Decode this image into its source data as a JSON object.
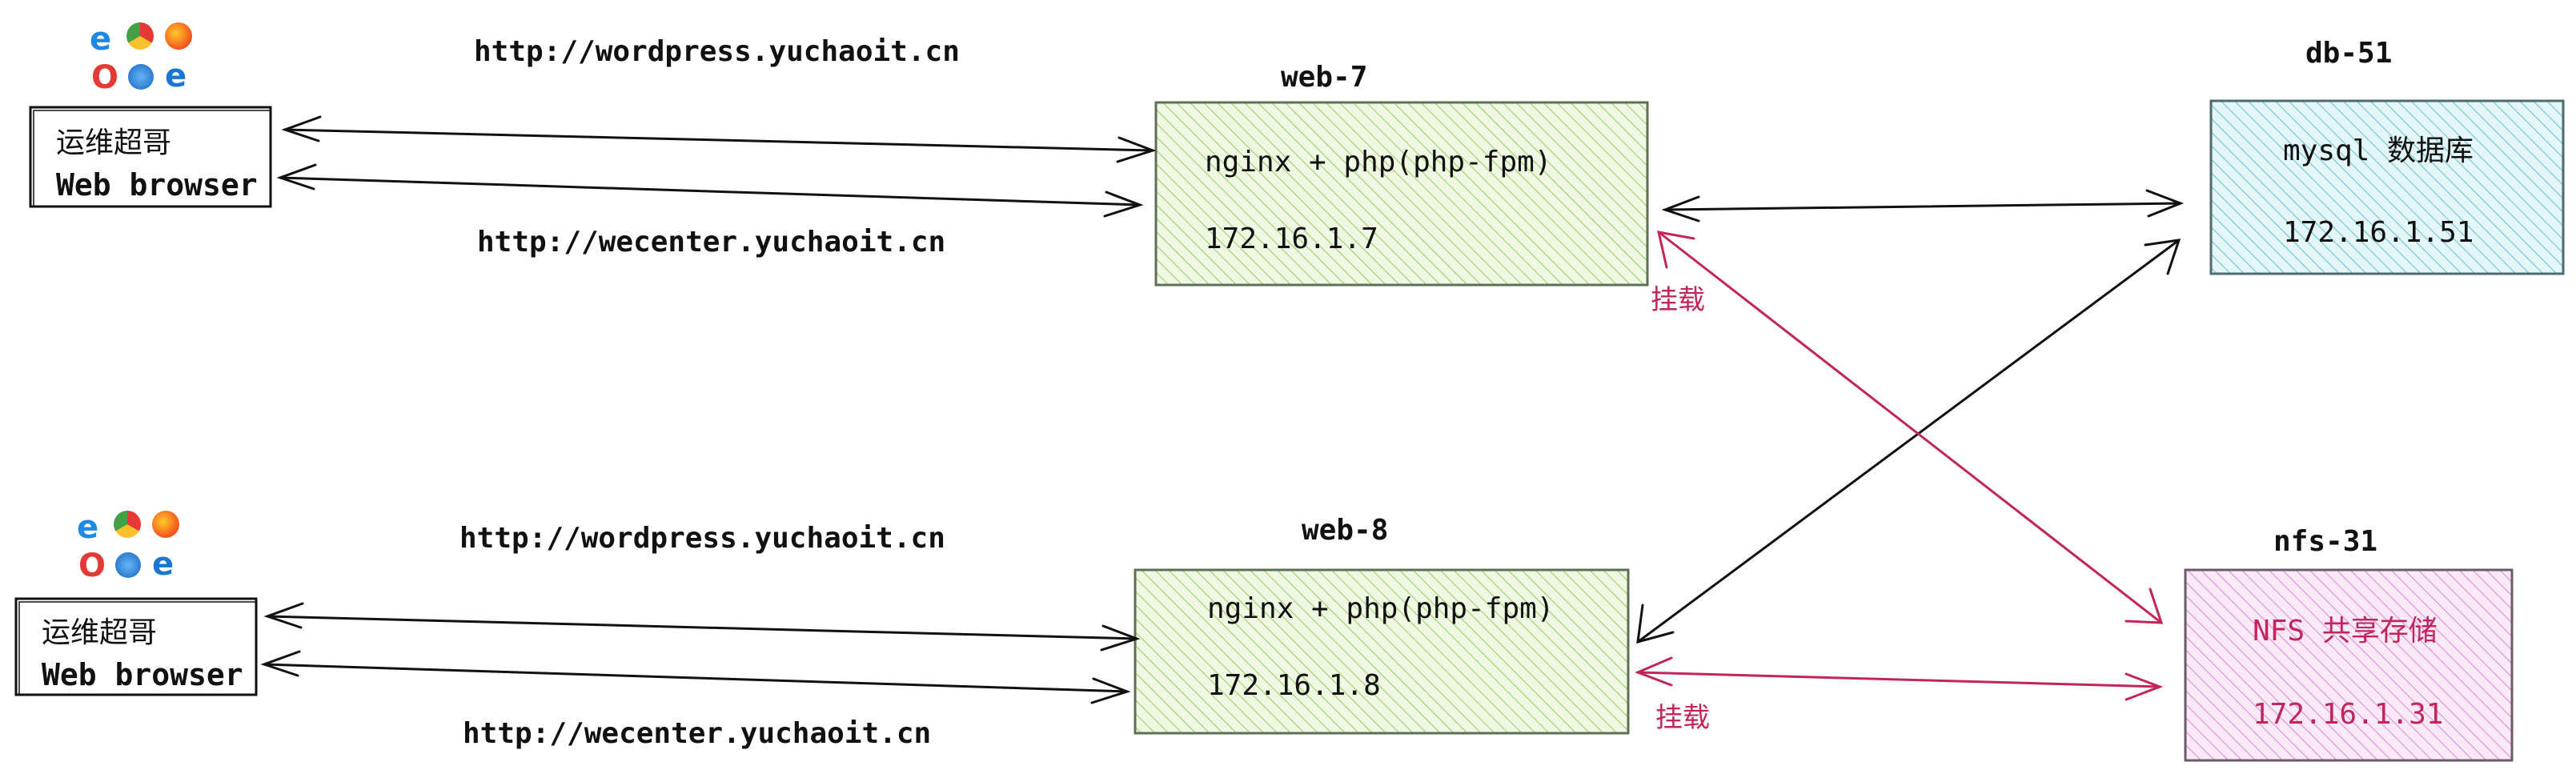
{
  "clients": [
    {
      "line1": "运维超哥",
      "line2": "Web browser"
    },
    {
      "line1": "运维超哥",
      "line2": "Web browser"
    }
  ],
  "urls": {
    "top_wordpress": "http://wordpress.yuchaoit.cn",
    "top_wecenter": "http://wecenter.yuchaoit.cn",
    "bottom_wordpress": "http://wordpress.yuchaoit.cn",
    "bottom_wecenter": "http://wecenter.yuchaoit.cn"
  },
  "servers": {
    "web7": {
      "name": "web-7",
      "service": "nginx + php(php-fpm)",
      "ip": "172.16.1.7"
    },
    "web8": {
      "name": "web-8",
      "service": "nginx + php(php-fpm)",
      "ip": "172.16.1.8"
    },
    "db51": {
      "name": "db-51",
      "service": "mysql 数据库",
      "ip": "172.16.1.51"
    },
    "nfs31": {
      "name": "nfs-31",
      "service": "NFS 共享存储",
      "ip": "172.16.1.31"
    }
  },
  "mount_labels": {
    "web7": "挂载",
    "web8": "挂载"
  },
  "colors": {
    "web_fill": "#d8f0b8",
    "db_fill": "#bfe8ee",
    "nfs_fill": "#f0c6ec",
    "nfs_text": "#c2255c",
    "mount_arrow": "#c2255c",
    "ink": "#111111"
  },
  "icons": [
    "ie-icon",
    "chrome-icon",
    "firefox-icon",
    "opera-icon",
    "safari-icon",
    "edge-icon"
  ]
}
